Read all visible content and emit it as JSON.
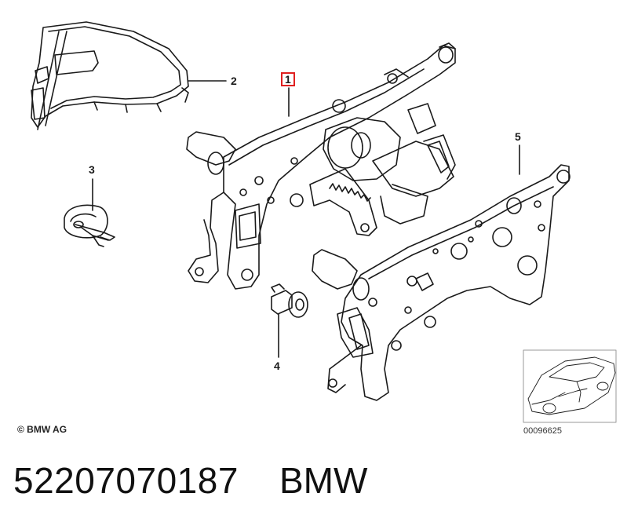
{
  "callouts": {
    "c1": "1",
    "c2": "2",
    "c3": "3",
    "c4": "4",
    "c5": "5"
  },
  "copyright": "© BMW AG",
  "reference_code": "00096625",
  "part_number": "52207070187",
  "brand": "BMW",
  "colors": {
    "line": "#1a1a1a",
    "highlight_box": "#e02020",
    "thumbnail_border": "#999999",
    "background": "#ffffff"
  },
  "icons": {
    "part1": "seat-frame-mechanism-left",
    "part2": "trim-cover",
    "part3": "spring-clip",
    "part4": "shoulder-bolt",
    "part5": "seat-frame-bracket-right",
    "thumbnail": "car-location-thumbnail"
  }
}
